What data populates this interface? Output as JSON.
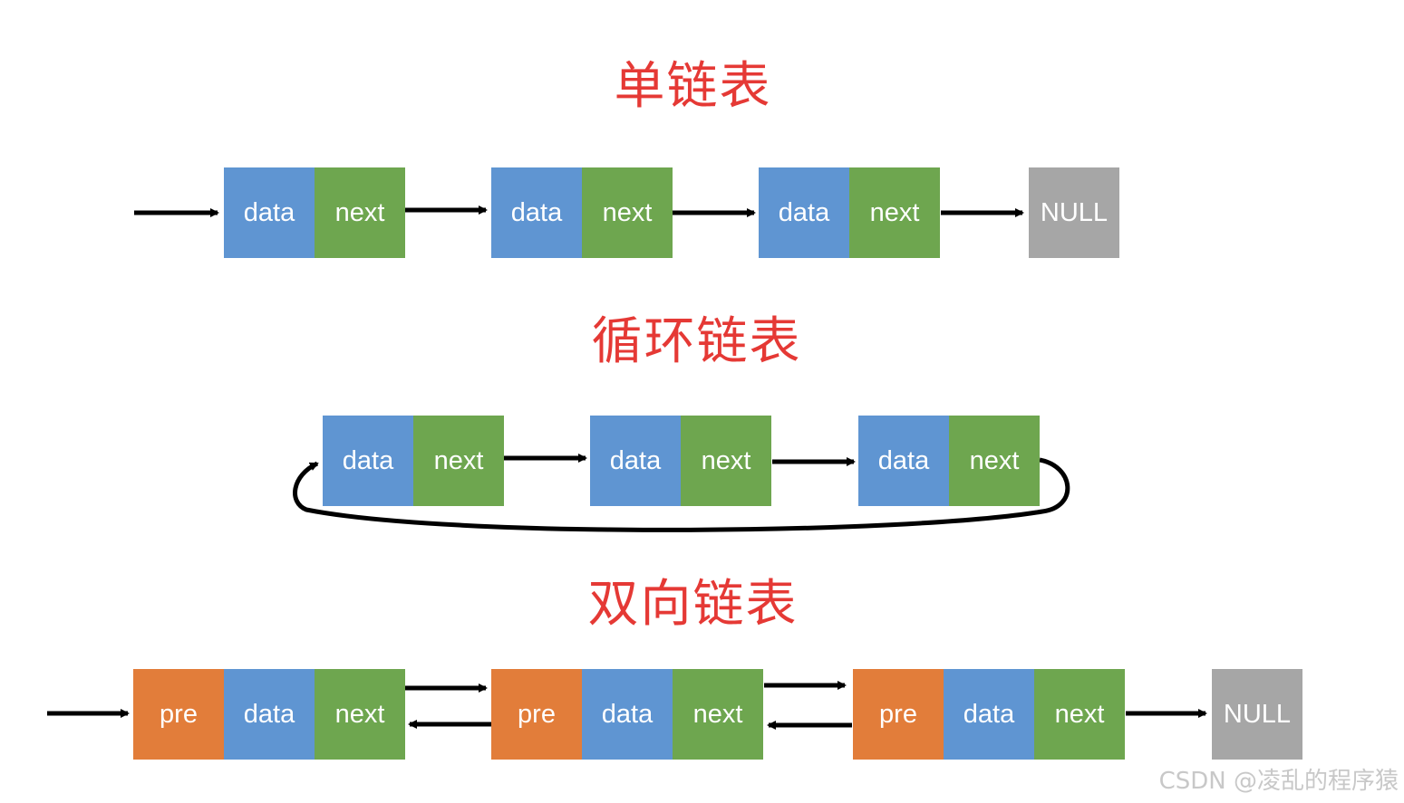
{
  "titles": {
    "singly": "单链表",
    "circular": "循环链表",
    "doubly": "双向链表"
  },
  "labels": {
    "data": "data",
    "next": "next",
    "pre": "pre",
    "null": "NULL"
  },
  "watermark": "CSDN @凌乱的程序猿",
  "colors": {
    "title": "#e53935",
    "data": "#5f95d2",
    "next": "#6ea64f",
    "pre": "#e27d3a",
    "null": "#a6a6a6",
    "arrow": "#000000"
  }
}
